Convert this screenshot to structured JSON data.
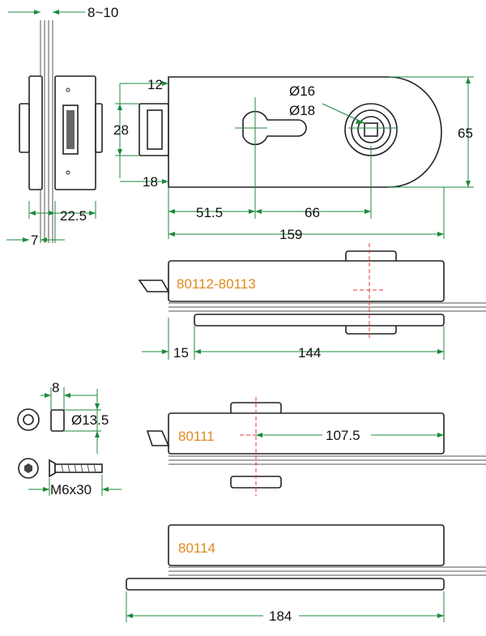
{
  "colors": {
    "dimension": "#1c8a3c",
    "model_code": "#e08a1e",
    "centerline": "#e53935",
    "outline": "#222222"
  },
  "dimensions": {
    "glass_thickness": "8~10",
    "top_offset": "12",
    "bottom_offset": "18",
    "plate_height": "28",
    "bolt_spacing": "22.5",
    "side_gap": "7",
    "handle_hole_a": "Ø16",
    "handle_hole_b": "Ø18",
    "height": "65",
    "center_to_key": "51.5",
    "key_to_spindle": "66",
    "total_length": "159",
    "overhang": "15",
    "lock_body_length": "144",
    "washer_width": "8",
    "washer_diameter": "Ø13.5",
    "screw": "M6x30",
    "spindle_offset": "107.5",
    "plate_length": "184"
  },
  "models": {
    "a": "80112-80113",
    "b": "80111",
    "c": "80114"
  }
}
